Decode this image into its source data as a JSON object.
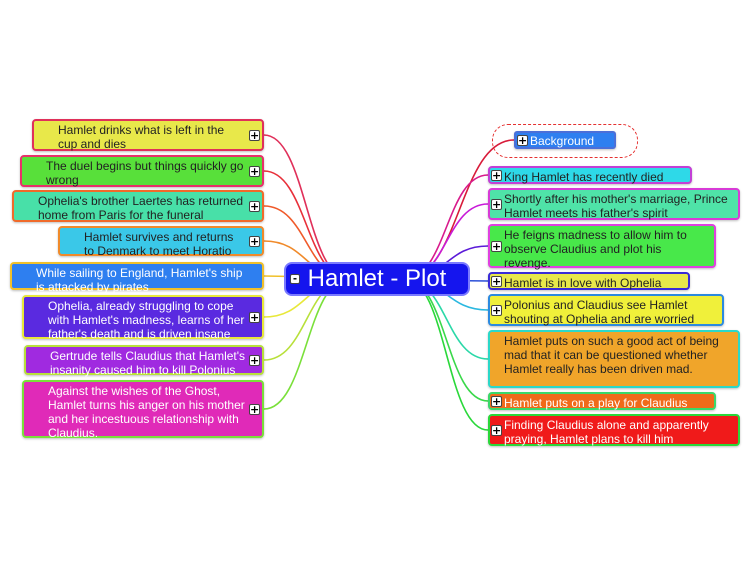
{
  "central": {
    "title": "Hamlet - Plot",
    "toggle": "-"
  },
  "colors": {
    "central_fill": "#1515ee",
    "background_fill": "#2e7ff0",
    "dashed_outline": "#e53030"
  },
  "right_nodes": [
    {
      "label": "Background",
      "fill": "#2e7ff0",
      "border": "#4b6fd8",
      "link": "#d81b3a",
      "toggle": "+",
      "white": true
    },
    {
      "label": "King Hamlet has recently died",
      "fill": "#2ed9e8",
      "border": "#c23fd6",
      "link": "#d81b8c",
      "toggle": "+"
    },
    {
      "label": "Shortly after his mother's marriage, Prince Hamlet meets his father's spirit",
      "fill": "#4fe3a8",
      "border": "#d83ad6",
      "link": "#c81bd8",
      "toggle": "+"
    },
    {
      "label": "He feigns madness to allow him to observe Claudius and plot his revenge.",
      "fill": "#48e84a",
      "border": "#e040e0",
      "link": "#5b1bd8",
      "toggle": "+"
    },
    {
      "label": "Hamlet is in love with Ophelia",
      "fill": "#e8e84a",
      "border": "#3a2bd8",
      "link": "#2b4fd8",
      "toggle": "+"
    },
    {
      "label": "Polonius and Claudius see Hamlet shouting at Ophelia and are worried",
      "fill": "#f0f03a",
      "border": "#2b8ae0",
      "link": "#2bb8e0",
      "toggle": "+"
    },
    {
      "label": "Hamlet puts on such a good act of being mad that it can be questioned whether Hamlet really has been driven mad.",
      "fill": "#f0a52a",
      "border": "#2bd8c8",
      "link": "#2bd8a8",
      "toggle": ""
    },
    {
      "label": "Hamlet puts on a play for Claudius",
      "fill": "#f06a1a",
      "border": "#3ad86a",
      "link": "#3ad84a",
      "toggle": "+",
      "white": true
    },
    {
      "label": "Finding Claudius alone and apparently praying, Hamlet plans to kill him",
      "fill": "#f01a1a",
      "border": "#2ad83a",
      "link": "#2ad83a",
      "toggle": "+",
      "white": true
    }
  ],
  "left_nodes": [
    {
      "label": "Hamlet drinks what is left in the cup and dies",
      "fill": "#e8e84a",
      "border": "#e0305a",
      "link": "#e0305a",
      "toggle": "+"
    },
    {
      "label": "The duel begins but things quickly go wrong",
      "fill": "#58e03a",
      "border": "#e8306a",
      "link": "#e8303a",
      "toggle": "+"
    },
    {
      "label": "Ophelia's brother Laertes has returned home from Paris for the funeral",
      "fill": "#48e0a8",
      "border": "#f06a2a",
      "link": "#f05a2a",
      "toggle": "+"
    },
    {
      "label": "Hamlet survives and returns to Denmark to meet Horatio",
      "fill": "#3ac8e8",
      "border": "#f08a2a",
      "link": "#f08a2a",
      "toggle": "+"
    },
    {
      "label": "While sailing to England, Hamlet's ship is attacked by pirates",
      "fill": "#2e7ff0",
      "border": "#f0c02a",
      "link": "#f0c02a",
      "toggle": "",
      "white": true
    },
    {
      "label": "Ophelia, already struggling to cope with Hamlet's madness, learns of her father's death and is driven insane",
      "fill": "#5a2ae0",
      "border": "#e8e83a",
      "link": "#e8e83a",
      "toggle": "+",
      "white": true
    },
    {
      "label": "Gertrude tells Claudius that Hamlet's insanity caused him to kill Polonius",
      "fill": "#a02ae0",
      "border": "#b8e03a",
      "link": "#b8e03a",
      "toggle": "+",
      "white": true
    },
    {
      "label": "Against the wishes of the Ghost, Hamlet turns his anger on his mother and her incestuous relationship with Claudius.",
      "fill": "#e02ab8",
      "border": "#7ae03a",
      "link": "#7ae03a",
      "toggle": "+",
      "white": true
    }
  ]
}
